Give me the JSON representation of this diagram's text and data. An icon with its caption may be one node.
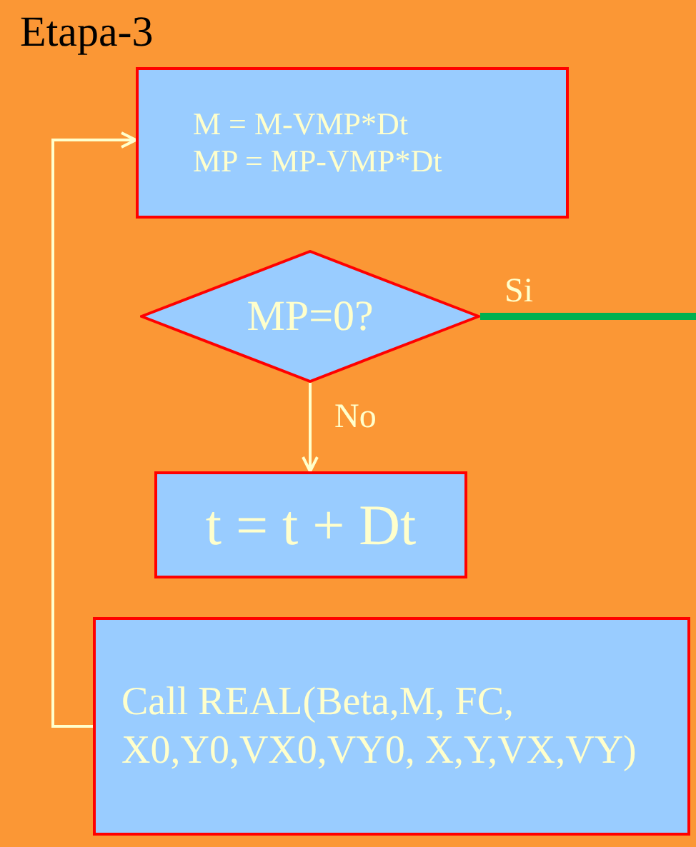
{
  "diagram": {
    "title": "Etapa-3",
    "nodes": [
      {
        "text": [
          "M = M-VMP*Dt",
          "MP = MP-VMP*Dt"
        ]
      },
      {
        "text": [
          "MP=0?"
        ]
      },
      {
        "text": [
          "t = t + Dt"
        ]
      },
      {
        "text": [
          "Call  REAL(Beta,M, FC, X0,Y0,VX0,VY0, X,Y,VX,VY)"
        ]
      }
    ],
    "edges": [
      {
        "from": 1,
        "to": 2,
        "arrow": "to",
        "label": "No"
      },
      {
        "from": 1,
        "to": null,
        "arrow": "none",
        "label": "Si",
        "style": "thick",
        "color": "#00b050"
      },
      {
        "from": 3,
        "to": 0,
        "arrow": "to"
      }
    ]
  }
}
